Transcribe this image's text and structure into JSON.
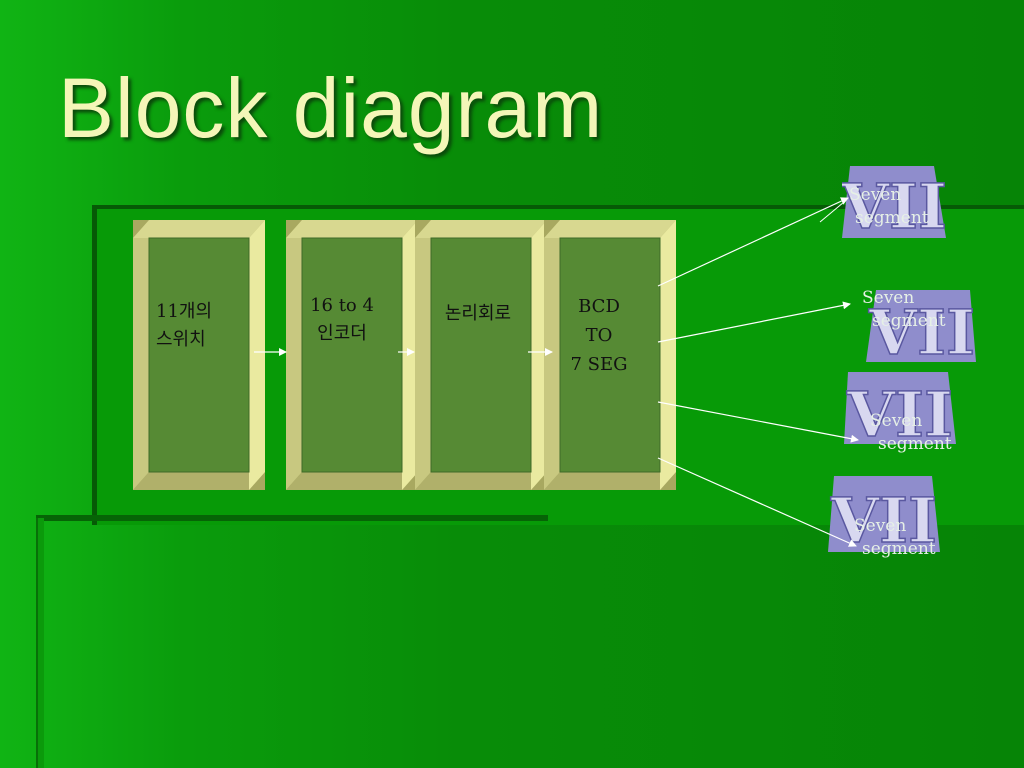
{
  "slide": {
    "title": "Block diagram"
  },
  "blocks": [
    {
      "line1": "11개의",
      "line2": "스위치"
    },
    {
      "line1": "16 to 4",
      "line2": "인코더"
    },
    {
      "line1": "논리회로"
    },
    {
      "line1": "BCD",
      "line2": "TO",
      "line3": "7 SEG"
    }
  ],
  "outputs": [
    {
      "symbol": "VII",
      "line1": "Seven",
      "line2": "segment"
    },
    {
      "symbol": "VII",
      "line1": "Seven",
      "line2": "segment"
    },
    {
      "symbol": "VII",
      "line1": "Seven",
      "line2": "segment"
    },
    {
      "symbol": "VII",
      "line1": "Seven",
      "line2": "segment"
    }
  ],
  "colors": {
    "background": "#0a9c0c",
    "title": "#f4f6b8",
    "block_frame": "#e0e08a",
    "block_face": "#568a34",
    "segment_box": "#8f8dcc",
    "connector": "#ffffff"
  }
}
